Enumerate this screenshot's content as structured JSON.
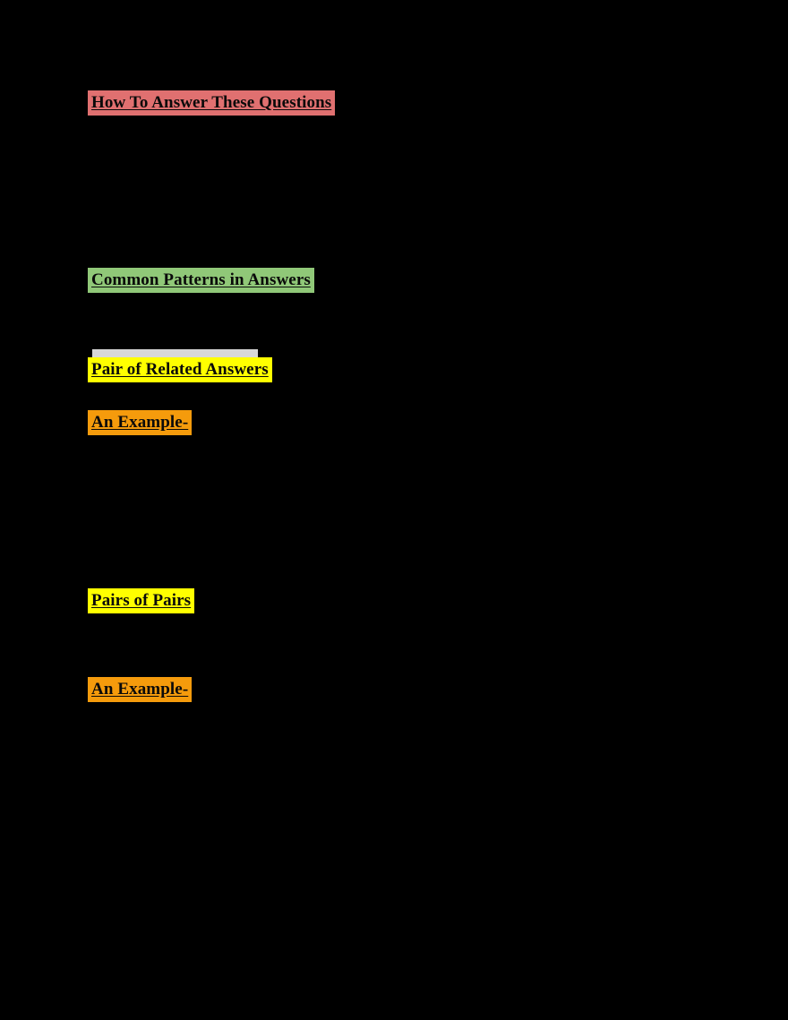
{
  "document": {
    "background_color": "#000000",
    "body_text_color": "#000000",
    "note": "Document rendered with black background; ordinary body text is black-on-black and therefore not visible. Only highlighted headings and red-colored paragraphs are legible."
  },
  "colors": {
    "highlight_salmon": "#e07070",
    "highlight_green": "#90c878",
    "highlight_yellow": "#ffff00",
    "highlight_orange": "#f59b0c",
    "highlight_gray": "#d8d8d8",
    "red_text": "#e81008",
    "heading_text": "#0a0a0a",
    "page_background": "#000000"
  },
  "headings": {
    "how_to_answer": "How To Answer These Questions",
    "common_patterns": "Common Patterns in Answers",
    "pair_of_related_answers": "Pair of Related Answers",
    "an_example_1": "An Example-",
    "pairs_of_pairs": "Pairs of Pairs",
    "an_example_2": "An Example-"
  },
  "paragraphs": {
    "hidden_1": "",
    "hidden_2": "",
    "hidden_3": "",
    "hidden_4": "",
    "hidden_5": "",
    "hidden_6": "",
    "red_block_1": "",
    "red_block_2": ""
  }
}
